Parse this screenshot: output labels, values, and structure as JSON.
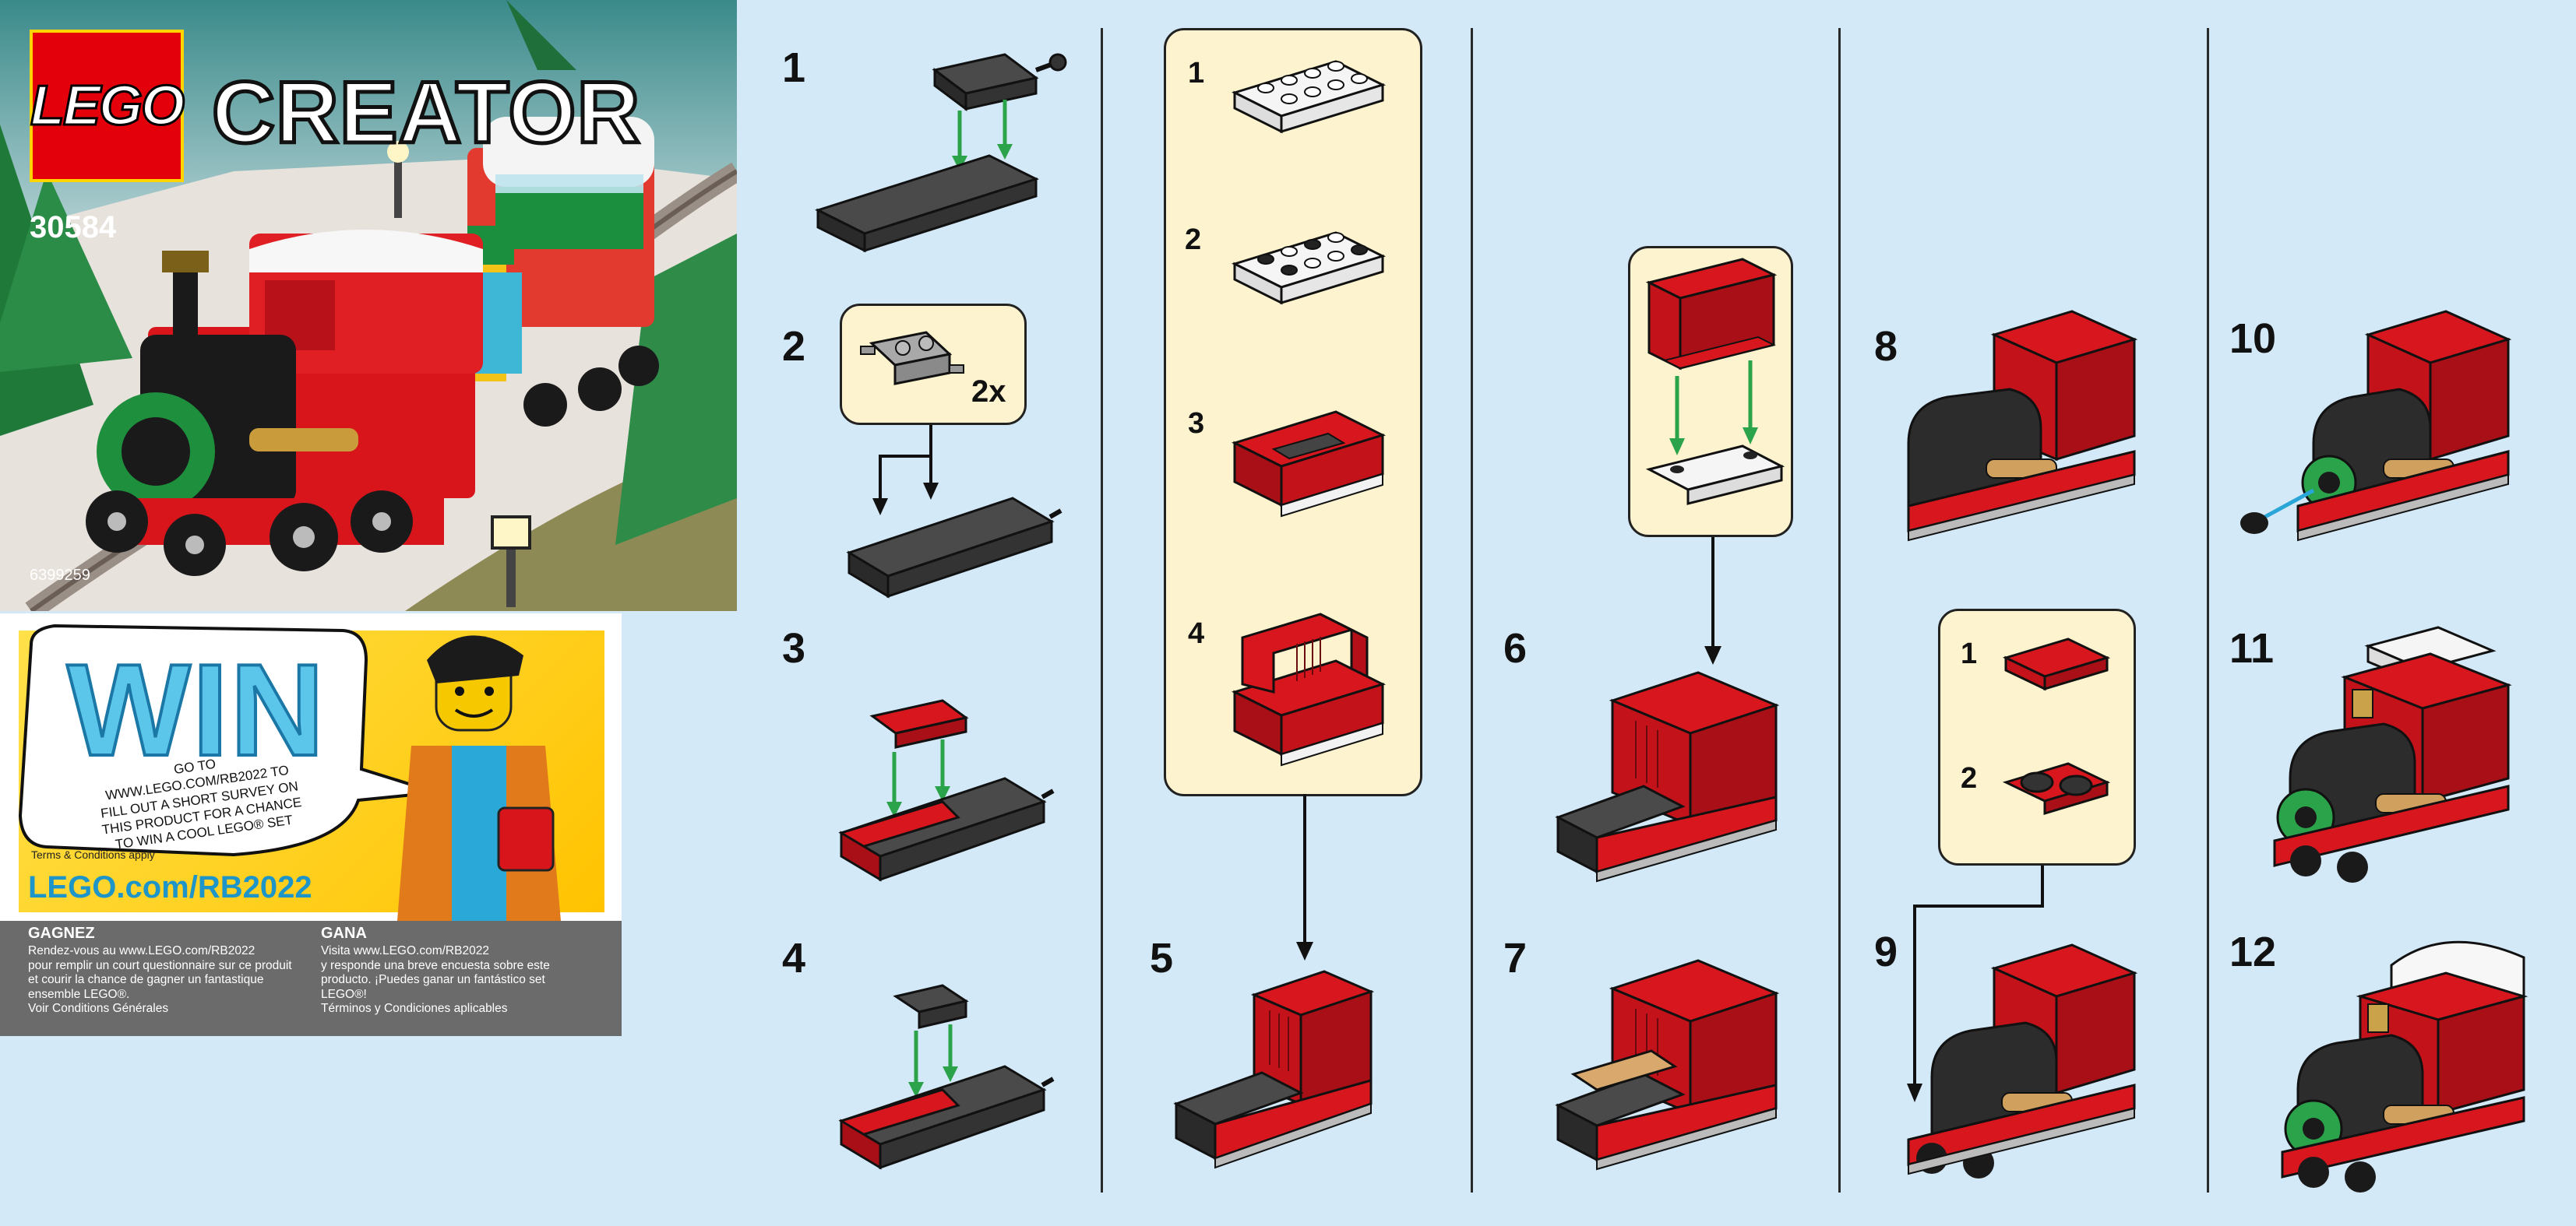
{
  "cover": {
    "brand": "LEGO",
    "theme": "CREATOR",
    "set_number": "30584",
    "barcode_number": "6399259"
  },
  "promo": {
    "headline": "WIN",
    "survey_text": "GO TO WWW.LEGO.COM/RB2022 TO FILL OUT A SHORT SURVEY ON THIS PRODUCT FOR A CHANCE TO WIN A COOL LEGO® SET",
    "terms": "Terms & Conditions apply",
    "url": "LEGO.com/RB2022",
    "fr": {
      "heading": "GAGNEZ",
      "lines": [
        "Rendez-vous au www.LEGO.com/RB2022",
        "pour remplir un court questionnaire sur ce produit",
        "et courir la chance de gagner un fantastique",
        "ensemble LEGO®.",
        "Voir Conditions Générales"
      ]
    },
    "es": {
      "heading": "GANA",
      "lines": [
        "Visita www.LEGO.com/RB2022",
        "y responde una breve encuesta sobre este",
        "producto. ¡Puedes ganar un fantástico set",
        "LEGO®!",
        "Términos y Condiciones aplicables"
      ]
    }
  },
  "steps": {
    "s1": "1",
    "s2": "2",
    "s3": "3",
    "s4": "4",
    "s5": "5",
    "s6": "6",
    "s7": "7",
    "s8": "8",
    "s9": "9",
    "s10": "10",
    "s11": "11",
    "s12": "12"
  },
  "callouts": {
    "step2_multiplier": "2x",
    "step5_sub": [
      "1",
      "2",
      "3",
      "4"
    ],
    "step9_sub": [
      "1",
      "2"
    ]
  }
}
